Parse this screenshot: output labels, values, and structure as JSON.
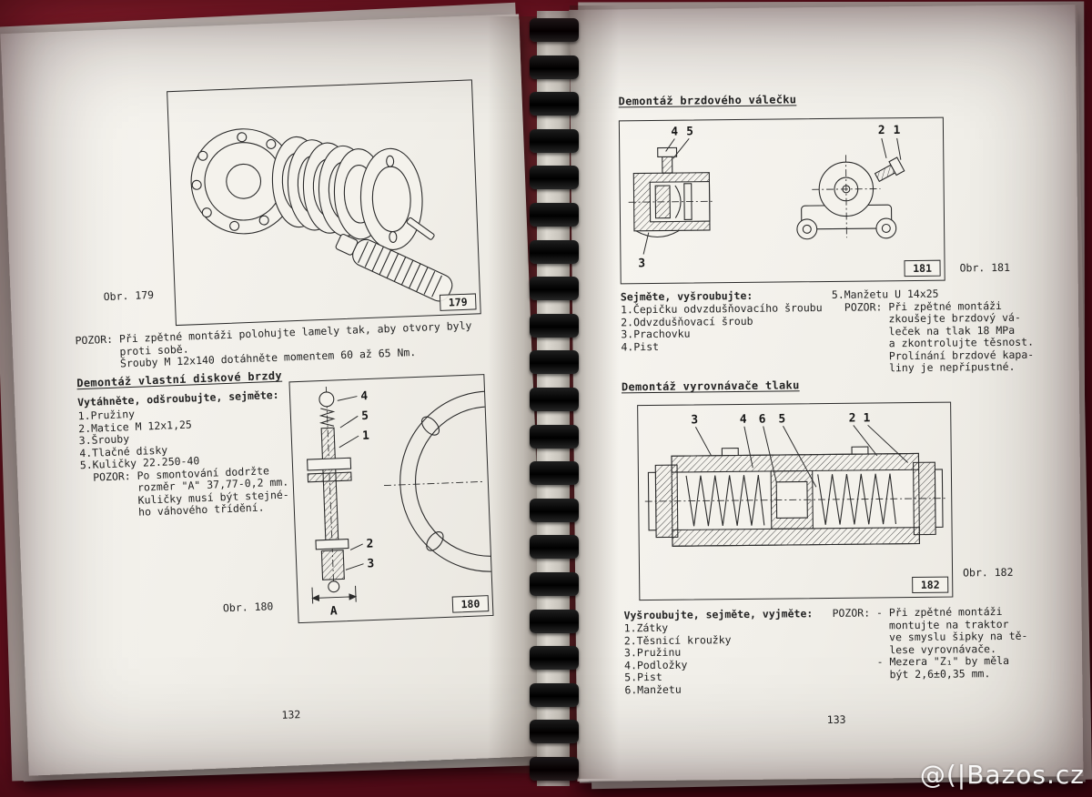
{
  "photo": {
    "watermark_icon": "@(|",
    "watermark_text": "Bazos.cz"
  },
  "left_page": {
    "page_number": "132",
    "fig179": {
      "caption": "Obr. 179",
      "frame_label": "179"
    },
    "pozor_top": [
      "POZOR: Při zpětné montáži polohujte lamely tak, aby otvory byly",
      "       proti sobě.",
      "       Šrouby M 12x140 dotáhněte momentem 60 až 65 Nm."
    ],
    "section_disc_brake": {
      "heading": "Demontáž vlastní diskové brzdy",
      "intro": "Vytáhněte, odšroubujte, sejměte:",
      "body": [
        "1.Pružiny",
        "2.Matice M 12x1,25",
        "3.Šrouby",
        "4.Tlačné disky",
        "5.Kuličky 22.250-40",
        "  POZOR: Po smontování dodržte",
        "         rozměr \"A\" 37,77-0,2 mm.",
        "         Kuličky musí být stejné-",
        "         ho váhového třídění."
      ]
    },
    "fig180": {
      "caption": "Obr. 180",
      "frame_label": "180",
      "dim": "A",
      "callouts": {
        "c4": "4",
        "c5": "5",
        "c1": "1",
        "c2": "2",
        "c3": "3"
      }
    }
  },
  "right_page": {
    "page_number": "133",
    "section_brake_cylinder": {
      "heading": "Demontáž brzdového válečku",
      "intro": "Sejměte, vyšroubujte:",
      "col_left": [
        "1.Čepičku odvzdušňovacího šroubu",
        "2.Odvzdušňovací šroub",
        "3.Prachovku",
        "4.Pist"
      ],
      "col_right": [
        "5.Manžetu U 14x25",
        "  POZOR: Při zpětné montáži",
        "         zkoušejte brzdový vá-",
        "         leček na tlak 18 MPa",
        "         a zkontrolujte těsnost.",
        "         Prolínání brzdové kapa-",
        "         liny je nepřípustné."
      ]
    },
    "fig181": {
      "caption": "Obr. 181",
      "frame_label": "181",
      "callouts": {
        "c4": "4",
        "c5": "5",
        "c3": "3",
        "c2": "2",
        "c1": "1"
      }
    },
    "section_pressure_compensator": {
      "heading": "Demontáž vyrovnávače tlaku",
      "intro": "Vyšroubujte, sejměte, vyjměte:",
      "col_left": [
        "1.Zátky",
        "2.Těsnicí kroužky",
        "3.Pružinu",
        "4.Podložky",
        "5.Pist",
        "6.Manžetu"
      ],
      "col_right": [
        "POZOR: - Při zpětné montáži",
        "         montujte na traktor",
        "         ve smyslu šipky na tě-",
        "         lese vyrovnávače.",
        "       - Mezera \"Z₁\" by měla",
        "         být 2,6±0,35 mm."
      ]
    },
    "fig182": {
      "caption": "Obr. 182",
      "frame_label": "182",
      "callouts": {
        "c3": "3",
        "c4": "4",
        "c6": "6",
        "c5": "5",
        "c2": "2",
        "c1": "1"
      }
    }
  }
}
